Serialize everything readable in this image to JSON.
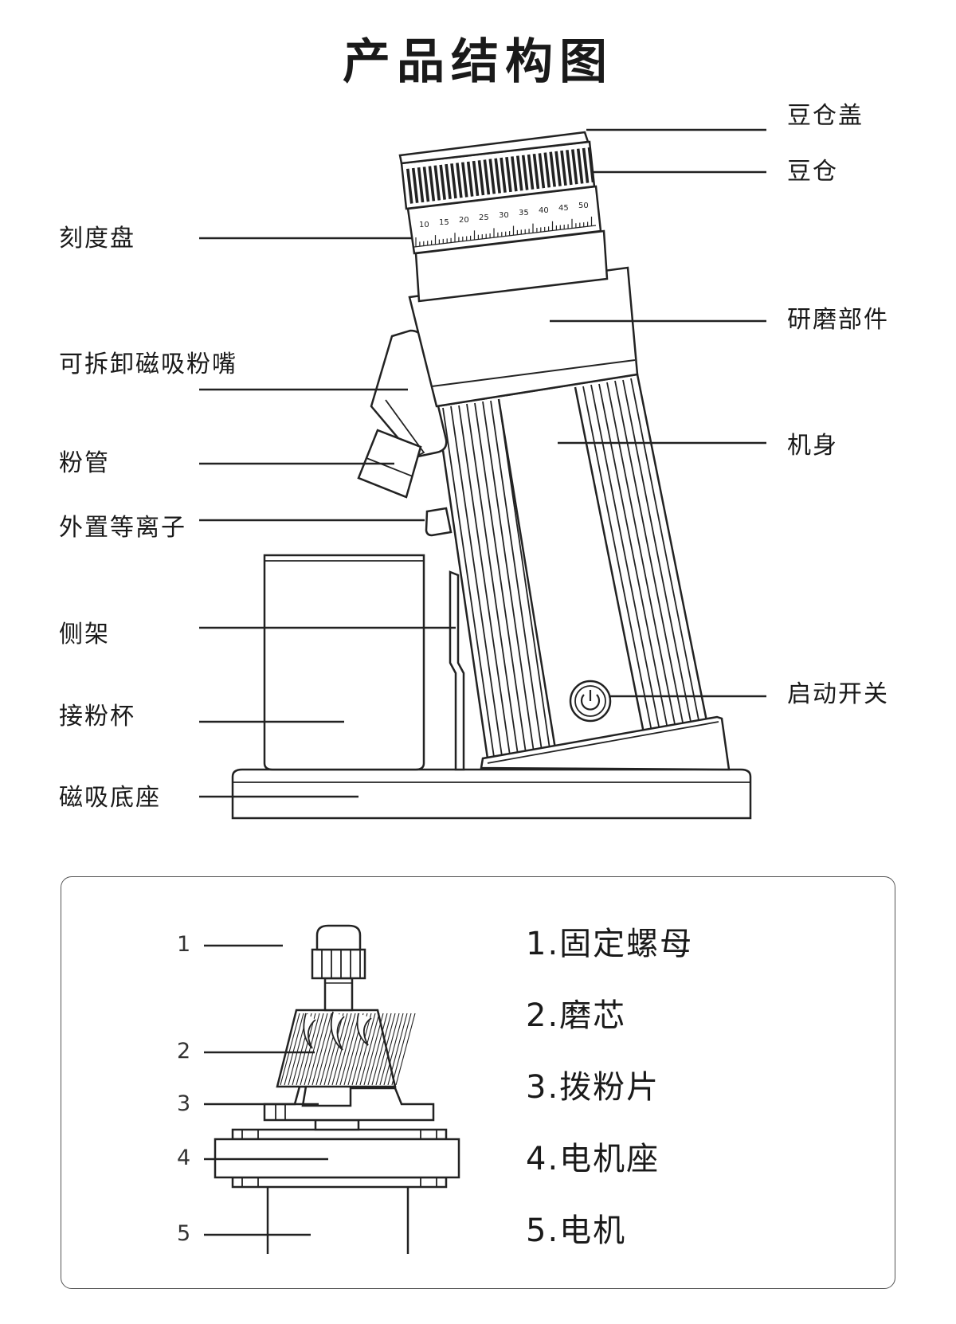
{
  "title": "产品结构图",
  "labels_right": {
    "lid": "豆仓盖",
    "hopper": "豆仓",
    "grinder": "研磨部件",
    "body": "机身",
    "switch": "启动开关"
  },
  "labels_left": {
    "dial": "刻度盘",
    "spout": "可拆卸磁吸粉嘴",
    "tube": "粉管",
    "ionizer": "外置等离子",
    "stand": "侧架",
    "cup": "接粉杯",
    "base": "磁吸底座"
  },
  "dial_scale": [
    "10",
    "15",
    "20",
    "25",
    "30",
    "35",
    "40",
    "45",
    "50"
  ],
  "callout_numbers": [
    "1",
    "2",
    "3",
    "4",
    "5"
  ],
  "legend": [
    "1.固定螺母",
    "2.磨芯",
    "3.拨粉片",
    "4.电机座",
    "5.电机"
  ]
}
